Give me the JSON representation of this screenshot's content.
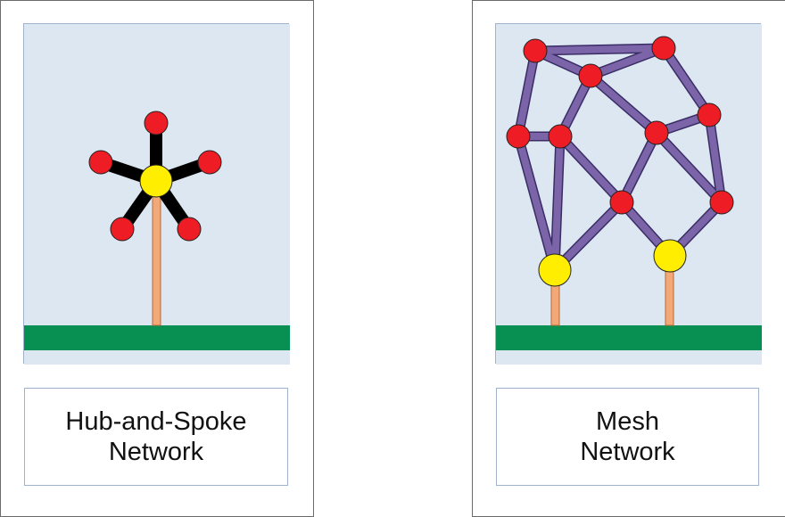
{
  "colors": {
    "sky": "#dde7f1",
    "ground": "#079052",
    "pole": "#f3a877",
    "pole_stroke": "#b86a3a",
    "hub": "#ffee00",
    "node": "#ee1c24",
    "node_stroke": "#222222",
    "spoke": "#000000",
    "mesh_link": "#7b64a8",
    "mesh_link_stroke": "#3a2d66"
  },
  "cards": [
    {
      "caption_lines": [
        "Hub-and-Spoke",
        "Network"
      ]
    },
    {
      "caption_lines": [
        "Mesh",
        "Network"
      ]
    }
  ]
}
